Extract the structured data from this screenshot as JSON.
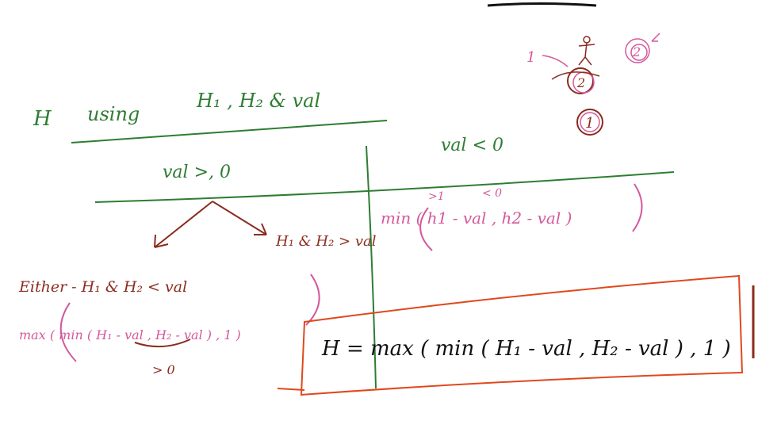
{
  "colors": {
    "green": "#2e7d32",
    "brown": "#8b2c1e",
    "pink": "#d4589c",
    "red": "#e0481d",
    "black": "#111111"
  },
  "title": {
    "h": "H",
    "using": "using",
    "inputs": "H₁ , H₂ & val"
  },
  "branches": {
    "left": "val >, 0",
    "right": "val < 0"
  },
  "left_case": {
    "case_gt": "H₁ & H₂ > val",
    "case_lt": "Either - H₁ & H₂ < val",
    "expression": "max ( min ( H₁ - val ,  H₂ - val ) ,  1 )",
    "note": "> 0"
  },
  "right_case": {
    "annot_gt": ">1",
    "annot_lt": "< 0",
    "expression": "min ( h1 - val ,   h2 - val )"
  },
  "final": {
    "formula": "H  = max ( min ( H₁ - val ,   H₂ - val ) ,  1 )"
  },
  "sketch": {
    "label_one": "1",
    "circle_a": "2",
    "circle_b": "1",
    "circle_c": "2"
  }
}
